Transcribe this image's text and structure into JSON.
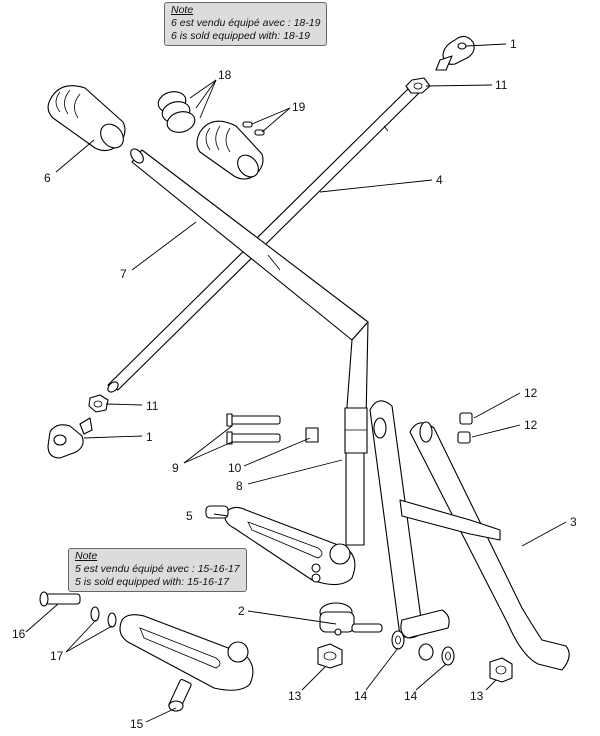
{
  "note_top": {
    "heading": "Note",
    "line_fr": "6 est vendu équipé avec : 18-19",
    "line_en": "6 is sold equipped with: 18-19"
  },
  "note_mid": {
    "heading": "Note",
    "line_fr": "5 est vendu équipé avec : 15-16-17",
    "line_en": "5 is sold equipped with: 15-16-17"
  },
  "callouts": {
    "c1_top": "1",
    "c11_top": "11",
    "c18": "18",
    "c19": "19",
    "c6": "6",
    "c4": "4",
    "c7": "7",
    "c11_bot": "11",
    "c1_bot": "1",
    "c12_a": "12",
    "c12_b": "12",
    "c9": "9",
    "c10": "10",
    "c8": "8",
    "c5": "5",
    "c3": "3",
    "c2": "2",
    "c16": "16",
    "c17": "17",
    "c13_left": "13",
    "c14_left": "14",
    "c14_right": "14",
    "c13_right": "13",
    "c15": "15"
  }
}
